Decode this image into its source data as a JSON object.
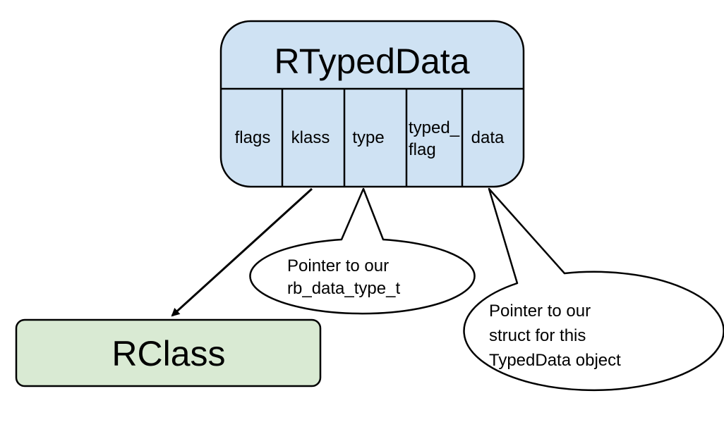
{
  "rtypeddata": {
    "title": "RTypedData",
    "fill": "#cfe2f3",
    "fields": [
      {
        "label": "flags"
      },
      {
        "label": "klass"
      },
      {
        "label": "type"
      },
      {
        "label": "typed_",
        "label2": "flag"
      },
      {
        "label": "data"
      }
    ]
  },
  "rclass": {
    "title": "RClass",
    "fill": "#d9ead3"
  },
  "callouts": {
    "type_pointer": {
      "lines": [
        "Pointer to our",
        "rb_data_type_t"
      ]
    },
    "data_pointer": {
      "lines": [
        "Pointer to our",
        "struct for this",
        "TypedData object"
      ]
    }
  },
  "colors": {
    "stroke": "#000000",
    "callout_fill": "#ffffff"
  }
}
